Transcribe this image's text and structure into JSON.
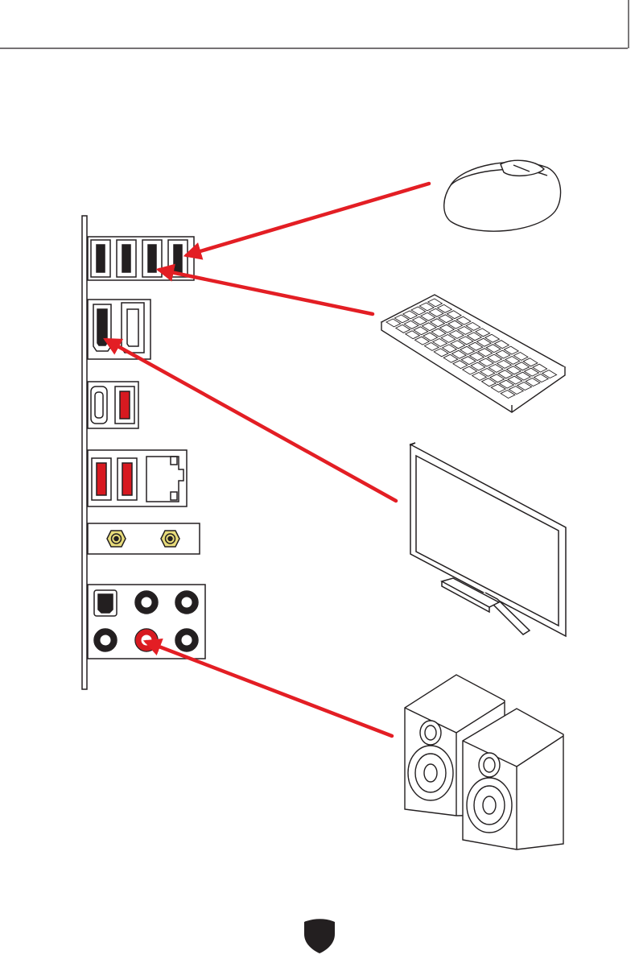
{
  "page": {
    "background": "#ffffff",
    "line_color": "#231f20",
    "arrow_color": "#e31e24",
    "port_accent": "#d71920",
    "antenna_gold": "#e8dc7a"
  },
  "io_panel": {
    "groups": [
      {
        "kind": "usb-a",
        "count": 4,
        "color": "black"
      },
      {
        "kind": "video",
        "ports": [
          "hdmi",
          "displayport"
        ]
      },
      {
        "kind": "usb-c-and-usb-a",
        "usb_a_color": "red"
      },
      {
        "kind": "usb-a-and-lan",
        "usb_a_count": 2,
        "usb_a_color": "red"
      },
      {
        "kind": "wifi-antenna",
        "count": 2
      },
      {
        "kind": "audio",
        "jacks": [
          "optical",
          "jack",
          "jack",
          "jack",
          "line-out",
          "jack"
        ],
        "highlighted": "line-out"
      }
    ]
  },
  "devices": [
    "mouse-icon",
    "keyboard-icon",
    "monitor-icon",
    "speakers-icon"
  ],
  "connections": [
    {
      "device": "mouse",
      "port": "usb-a"
    },
    {
      "device": "keyboard",
      "port": "usb-a"
    },
    {
      "device": "monitor",
      "port": "hdmi"
    },
    {
      "device": "speakers",
      "port": "line-out"
    }
  ],
  "footer": {
    "logo": "shield-logo-icon"
  }
}
